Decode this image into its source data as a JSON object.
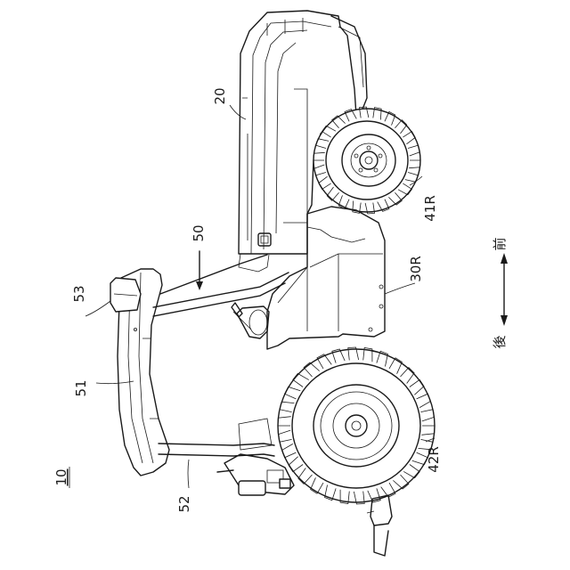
{
  "figure": {
    "reference_numerals": {
      "vehicle": "10",
      "body_cover": "20",
      "fender": "30R",
      "front_wheel": "41R",
      "rear_wheel": "42R",
      "canopy_assembly": "50",
      "roof": "51",
      "rear_stay": "52",
      "roof_part": "53"
    },
    "direction": {
      "front": "前",
      "rear": "後"
    }
  }
}
